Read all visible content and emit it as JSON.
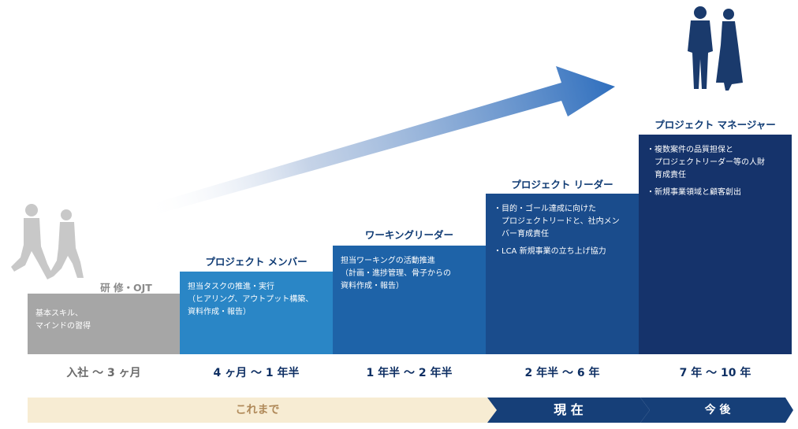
{
  "stages": [
    {
      "title": "研 修・OJT",
      "lines": [
        "基本スキル、",
        "マインドの習得"
      ],
      "period": "入社 ～ 3 ヶ月"
    },
    {
      "title": "プロジェクト メンバー",
      "lines": [
        "担当タスクの推進・実行",
        "（ヒアリング、アウトプット構築、",
        "資料作成・報告）"
      ],
      "period": "4 ヶ月 ～ 1 年半"
    },
    {
      "title": "ワーキングリーダー",
      "lines": [
        "担当ワーキングの活動推進",
        "（計画・進捗管理、骨子からの",
        "資料作成・報告）"
      ],
      "period": "1 年半 ～ 2 年半"
    },
    {
      "title": "プロジェクト リーダー",
      "lines": [
        "・目的・ゴール達成に向けた",
        "　プロジェクトリードと、社内メン",
        "　バー育成責任",
        "",
        "・LCA 新規事業の立ち上げ協力"
      ],
      "period": "2 年半 ～ 6 年"
    },
    {
      "title": "プロジェクト マネージャー",
      "lines": [
        "・複数案件の品質担保と",
        "　プロジェクトリーダー等の人財",
        "　育成責任",
        "",
        "・新規事業領域と顧客創出"
      ],
      "period": "7 年 ～ 10 年"
    }
  ],
  "timeline": {
    "past": "これまで",
    "present": "現 在",
    "future": "今 後"
  },
  "colors": {
    "gray": "#a6a6a6",
    "blue1": "#2a86c6",
    "blue2": "#1e63a8",
    "blue3": "#1a4c8c",
    "navy": "#15336b"
  }
}
